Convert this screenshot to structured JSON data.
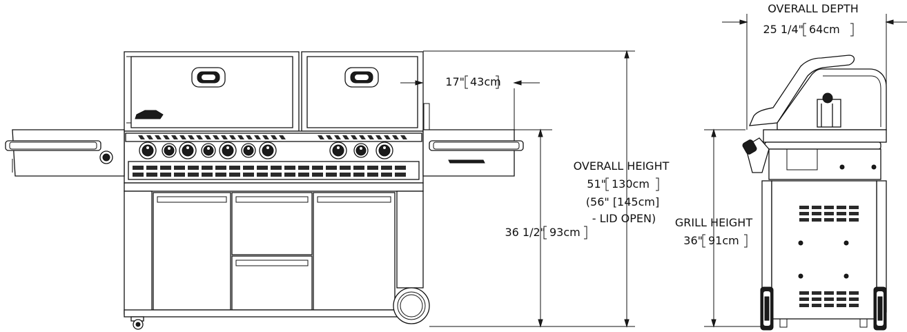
{
  "dimensions": {
    "overall_depth": {
      "title": "OVERALL DEPTH",
      "imperial": "25 1/4\"",
      "metric": "64cm"
    },
    "side_shelf_height": {
      "imperial": "17\"",
      "metric": "43cm"
    },
    "overall_height": {
      "title": "OVERALL HEIGHT",
      "imperial": "51\"",
      "metric": "130cm",
      "lid_open_line1": "(56\" [145cm]",
      "lid_open_line2": "- LID OPEN)"
    },
    "side_height": {
      "imperial": "36 1/2\"",
      "metric": "93cm"
    },
    "grill_height": {
      "title": "GRILL HEIGHT",
      "imperial": "36\"",
      "metric": "91cm"
    }
  },
  "colors": {
    "line": "#111111",
    "background": "#ffffff",
    "dark_fill": "#1b1b1b"
  },
  "views": [
    "front-view",
    "side-view"
  ]
}
